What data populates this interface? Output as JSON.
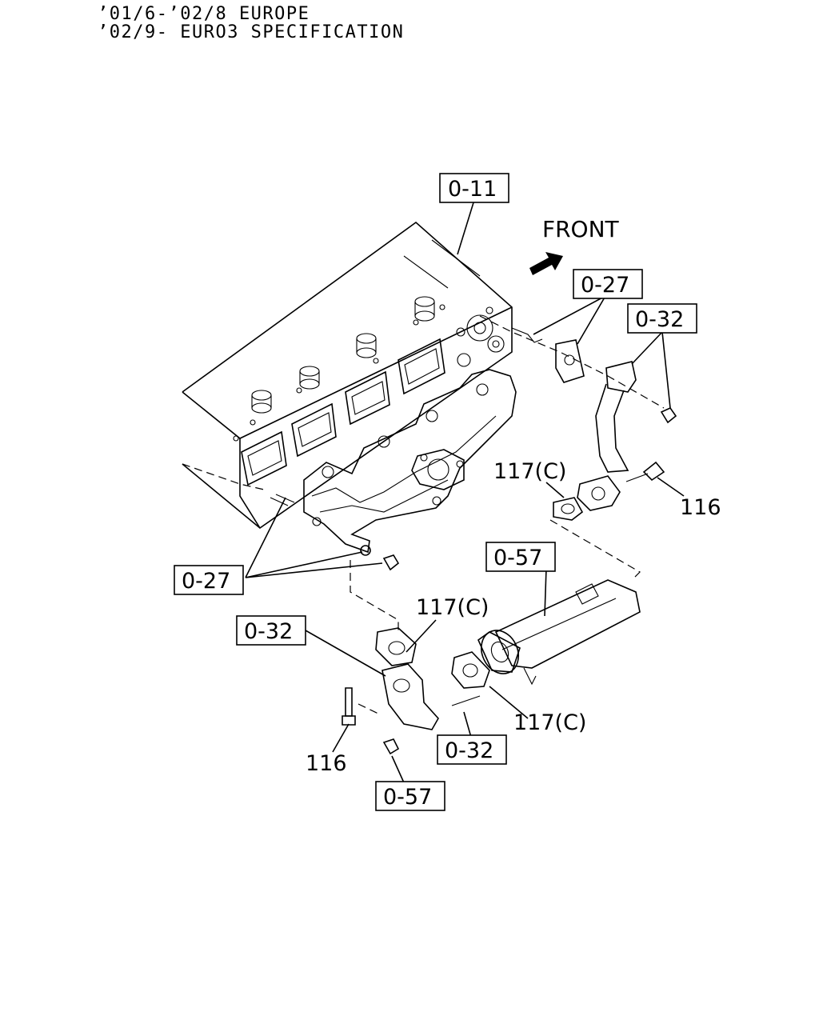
{
  "header": {
    "line1": "’01/6-’02/8 EUROPE",
    "line2": "’02/9- EURO3 SPECIFICATION"
  },
  "front_label": "FRONT",
  "callouts": {
    "ref_0_11": "0-11",
    "ref_0_27_top": "0-27",
    "ref_0_32_top": "0-32",
    "ref_0_27_left": "0-27",
    "ref_0_57_mid": "0-57",
    "ref_0_32_left": "0-32",
    "ref_0_32_bottom": "0-32",
    "ref_0_57_bottom": "0-57"
  },
  "parts": {
    "p117c_top": "117(C)",
    "p116_right": "116",
    "p117c_mid": "117(C)",
    "p117c_right": "117(C)",
    "p116_left": "116"
  }
}
